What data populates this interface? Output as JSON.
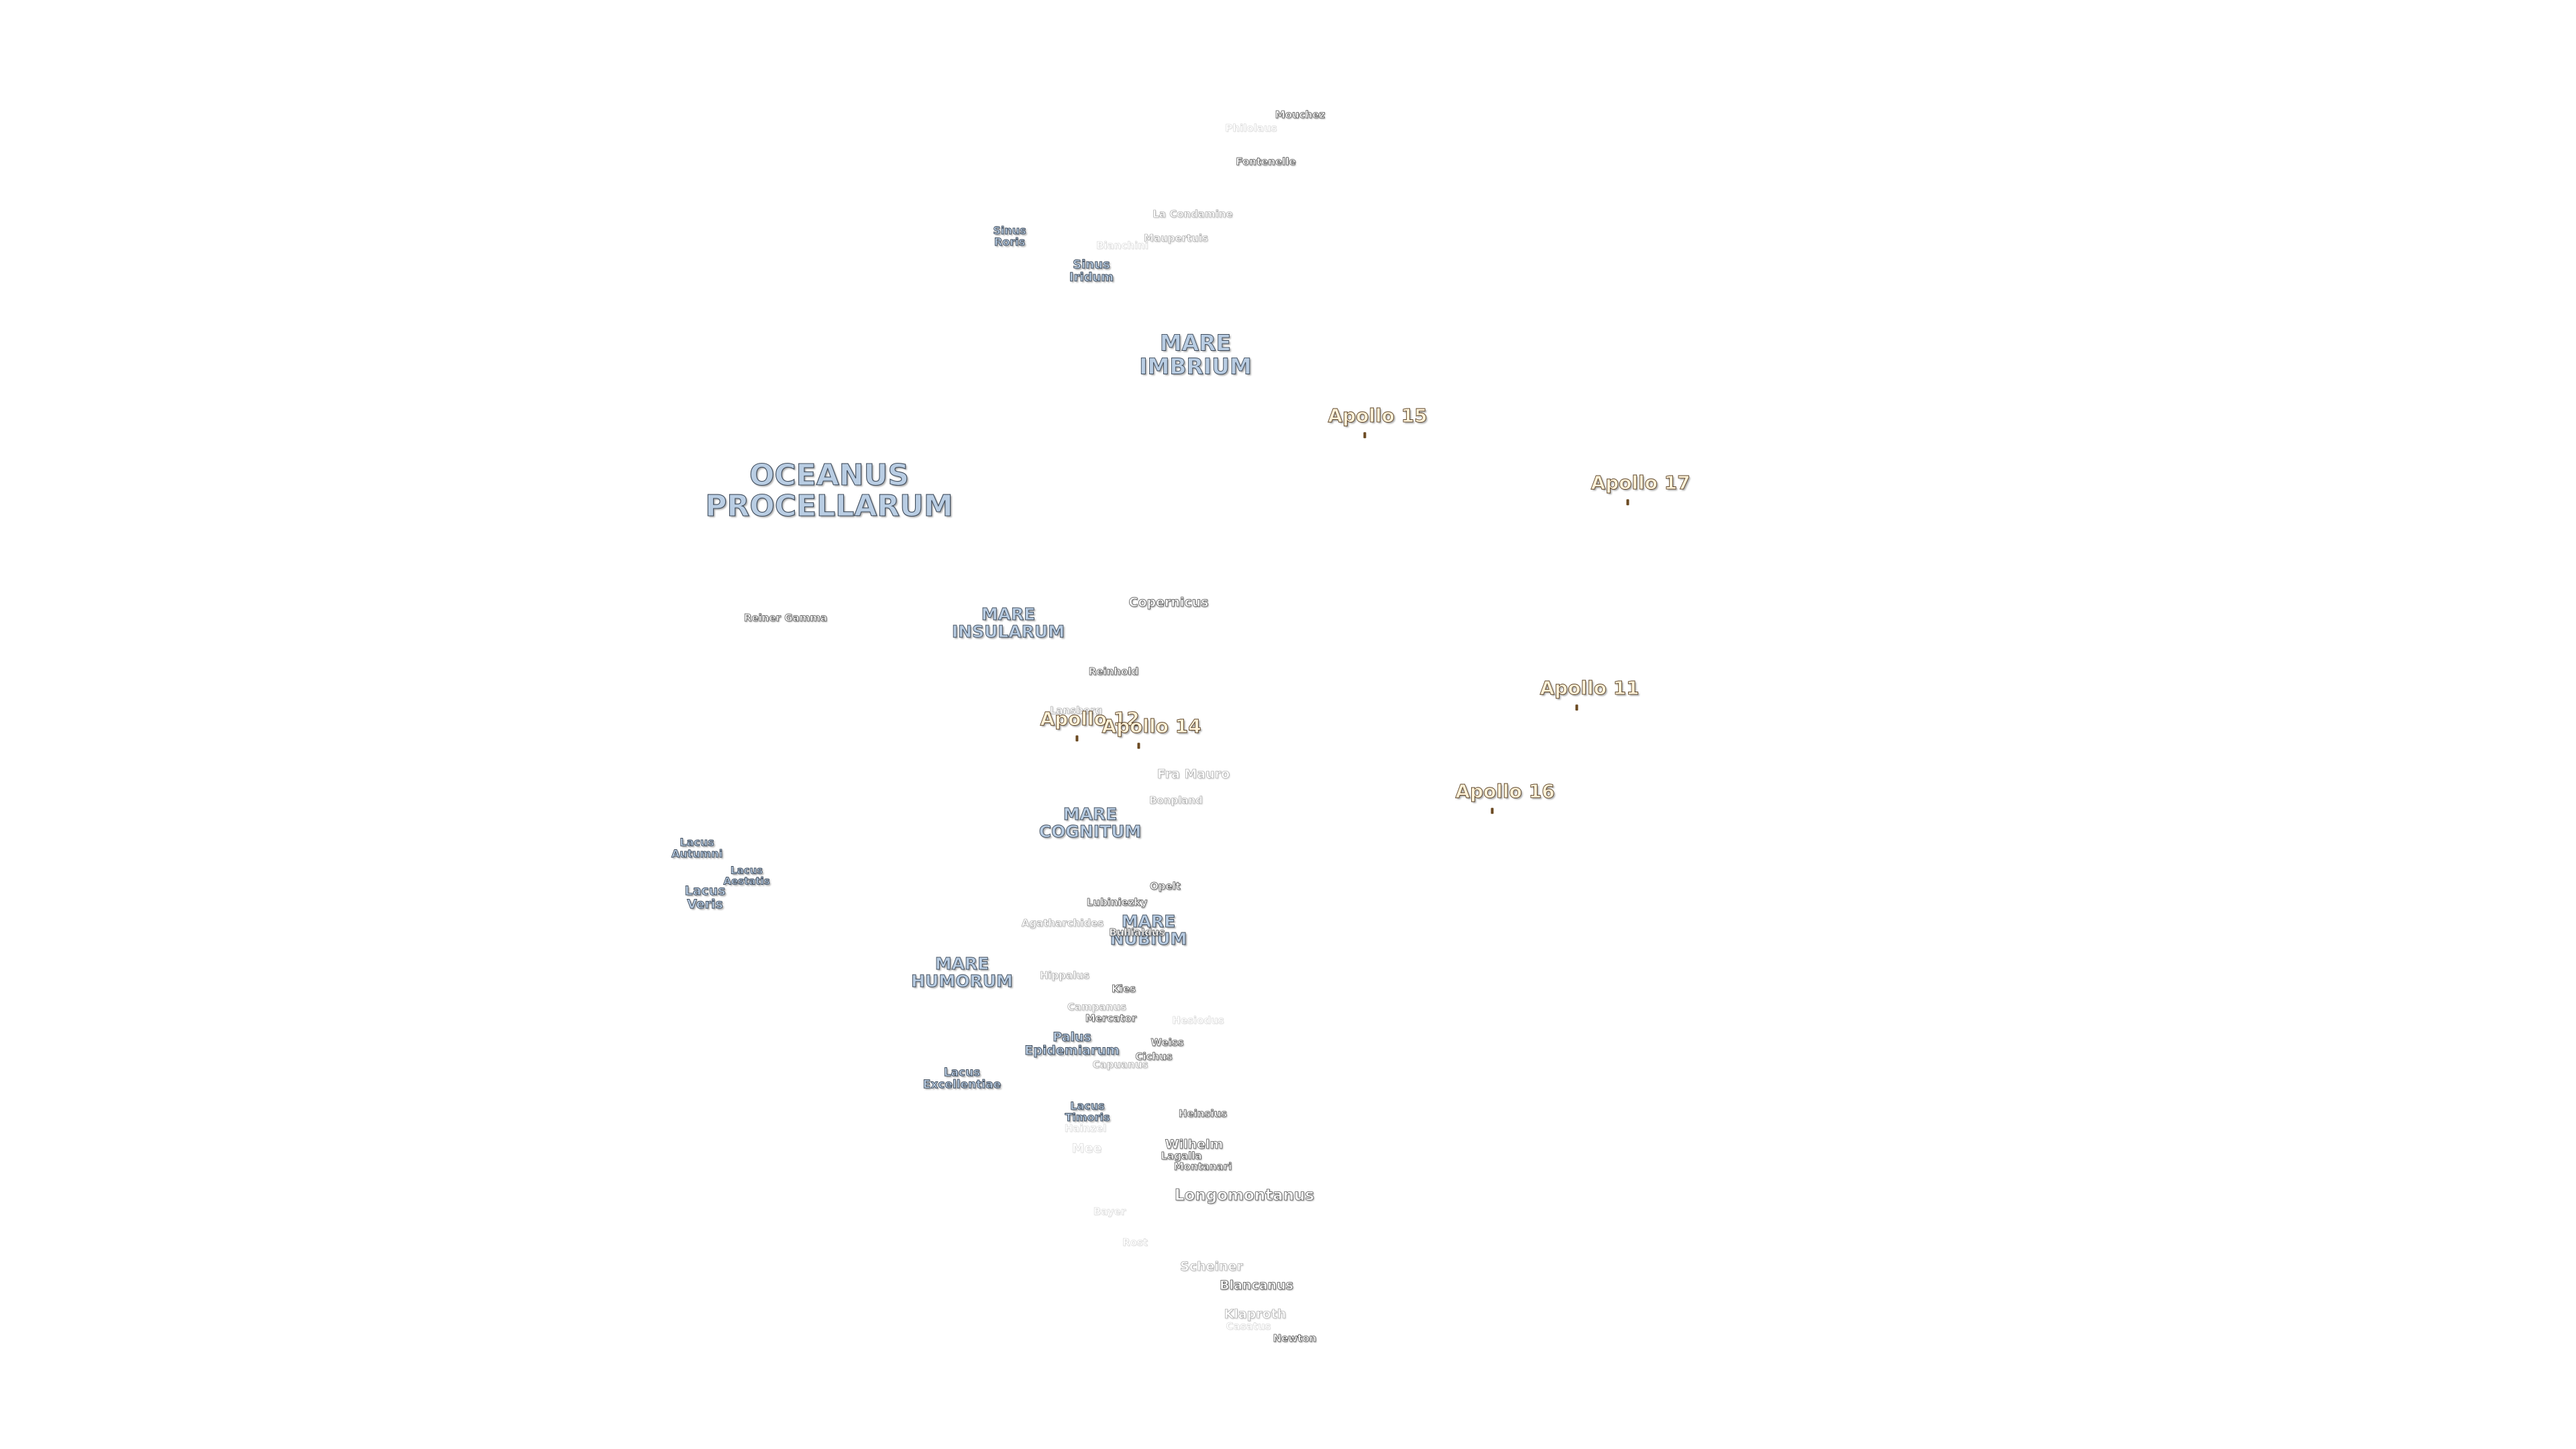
{
  "map": {
    "labels": [
      {
        "id": "mouchez",
        "text": "Mouchez",
        "kind": "crater"
      },
      {
        "id": "philolaus",
        "text": "Philolaus",
        "kind": "crater"
      },
      {
        "id": "fontenelle",
        "text": "Fontenelle",
        "kind": "crater"
      },
      {
        "id": "la-condamine",
        "text": "La Condamine",
        "kind": "crater"
      },
      {
        "id": "maupertuis",
        "text": "Maupertuis",
        "kind": "crater"
      },
      {
        "id": "bianchini",
        "text": "Bianchini",
        "kind": "crater"
      },
      {
        "id": "sinus-roris",
        "text": "Sinus\nRoris",
        "kind": "bay"
      },
      {
        "id": "sinus-iridum",
        "text": "Sinus\nIridum",
        "kind": "bay"
      },
      {
        "id": "mare-imbrium",
        "text": "MARE\nIMBRIUM",
        "kind": "mare"
      },
      {
        "id": "oceanus-procellarum",
        "text": "OCEANUS\nPROCELLARUM",
        "kind": "ocean"
      },
      {
        "id": "apollo-15",
        "text": "Apollo 15",
        "kind": "apollo"
      },
      {
        "id": "apollo-17",
        "text": "Apollo 17",
        "kind": "apollo"
      },
      {
        "id": "reiner-gamma",
        "text": "Reiner Gamma",
        "kind": "feature"
      },
      {
        "id": "mare-insularum",
        "text": "MARE\nINSULARUM",
        "kind": "mare"
      },
      {
        "id": "copernicus",
        "text": "Copernicus",
        "kind": "crater"
      },
      {
        "id": "reinhold",
        "text": "Reinhold",
        "kind": "crater"
      },
      {
        "id": "lansberg",
        "text": "Lansberg",
        "kind": "crater"
      },
      {
        "id": "apollo-12",
        "text": "Apollo 12",
        "kind": "apollo"
      },
      {
        "id": "apollo-14",
        "text": "Apollo 14",
        "kind": "apollo"
      },
      {
        "id": "apollo-11",
        "text": "Apollo 11",
        "kind": "apollo"
      },
      {
        "id": "fra-mauro",
        "text": "Fra Mauro",
        "kind": "crater"
      },
      {
        "id": "bonpland",
        "text": "Bonpland",
        "kind": "crater"
      },
      {
        "id": "apollo-16",
        "text": "Apollo 16",
        "kind": "apollo"
      },
      {
        "id": "mare-cognitum",
        "text": "MARE\nCOGNITUM",
        "kind": "mare"
      },
      {
        "id": "lacus-autumni",
        "text": "Lacus\nAutumni",
        "kind": "lake"
      },
      {
        "id": "lacus-aestatis",
        "text": "Lacus\nAestatis",
        "kind": "lake"
      },
      {
        "id": "lacus-veris",
        "text": "Lacus\nVeris",
        "kind": "lake"
      },
      {
        "id": "opelt",
        "text": "Opelt",
        "kind": "crater"
      },
      {
        "id": "lubiniezky",
        "text": "Lubiniezky",
        "kind": "crater"
      },
      {
        "id": "agatharchides",
        "text": "Agatharchides",
        "kind": "crater"
      },
      {
        "id": "mare-nubium",
        "text": "MARE\nNUBIUM",
        "kind": "mare"
      },
      {
        "id": "bullialdus",
        "text": "Bullialdus",
        "kind": "crater"
      },
      {
        "id": "mare-humorum",
        "text": "MARE\nHUMORUM",
        "kind": "mare"
      },
      {
        "id": "hippalus",
        "text": "Hippalus",
        "kind": "crater"
      },
      {
        "id": "kies",
        "text": "Kies",
        "kind": "crater"
      },
      {
        "id": "campanus",
        "text": "Campanus",
        "kind": "crater"
      },
      {
        "id": "mercator",
        "text": "Mercator",
        "kind": "crater"
      },
      {
        "id": "hesiodus",
        "text": "Hesiodus",
        "kind": "crater"
      },
      {
        "id": "palus-epidemiarum",
        "text": "Palus\nEpidemiarum",
        "kind": "marsh"
      },
      {
        "id": "weiss",
        "text": "Weiss",
        "kind": "crater"
      },
      {
        "id": "cichus",
        "text": "Cichus",
        "kind": "crater"
      },
      {
        "id": "capuanus",
        "text": "Capuanus",
        "kind": "crater"
      },
      {
        "id": "lacus-excellentiae",
        "text": "Lacus\nExcellentiae",
        "kind": "lake"
      },
      {
        "id": "lacus-timoris",
        "text": "Lacus\nTimoris",
        "kind": "lake"
      },
      {
        "id": "heinsius",
        "text": "Heinsius",
        "kind": "crater"
      },
      {
        "id": "hainzel",
        "text": "Hainzel",
        "kind": "crater"
      },
      {
        "id": "mee",
        "text": "Mee",
        "kind": "crater"
      },
      {
        "id": "wilhelm",
        "text": "Wilhelm",
        "kind": "crater"
      },
      {
        "id": "lagalla",
        "text": "Lagalla",
        "kind": "crater"
      },
      {
        "id": "montanari",
        "text": "Montanari",
        "kind": "crater"
      },
      {
        "id": "longomontanus",
        "text": "Longomontanus",
        "kind": "crater"
      },
      {
        "id": "bayer",
        "text": "Bayer",
        "kind": "crater"
      },
      {
        "id": "rost",
        "text": "Rost",
        "kind": "crater"
      },
      {
        "id": "scheiner",
        "text": "Scheiner",
        "kind": "crater"
      },
      {
        "id": "blancanus",
        "text": "Blancanus",
        "kind": "crater"
      },
      {
        "id": "klaproth",
        "text": "Klaproth",
        "kind": "crater"
      },
      {
        "id": "casatus",
        "text": "Casatus",
        "kind": "crater"
      },
      {
        "id": "newton",
        "text": "Newton",
        "kind": "crater"
      }
    ]
  },
  "colors": {
    "background": "#ffffff",
    "mare_fill": "#b9cde3",
    "mare_halo": "#3d4a5a",
    "crater_fill": "#ffffff",
    "crater_halo": "#4b4b4b",
    "apollo_fill": "#fff2d8",
    "apollo_halo": "#5a4225"
  }
}
